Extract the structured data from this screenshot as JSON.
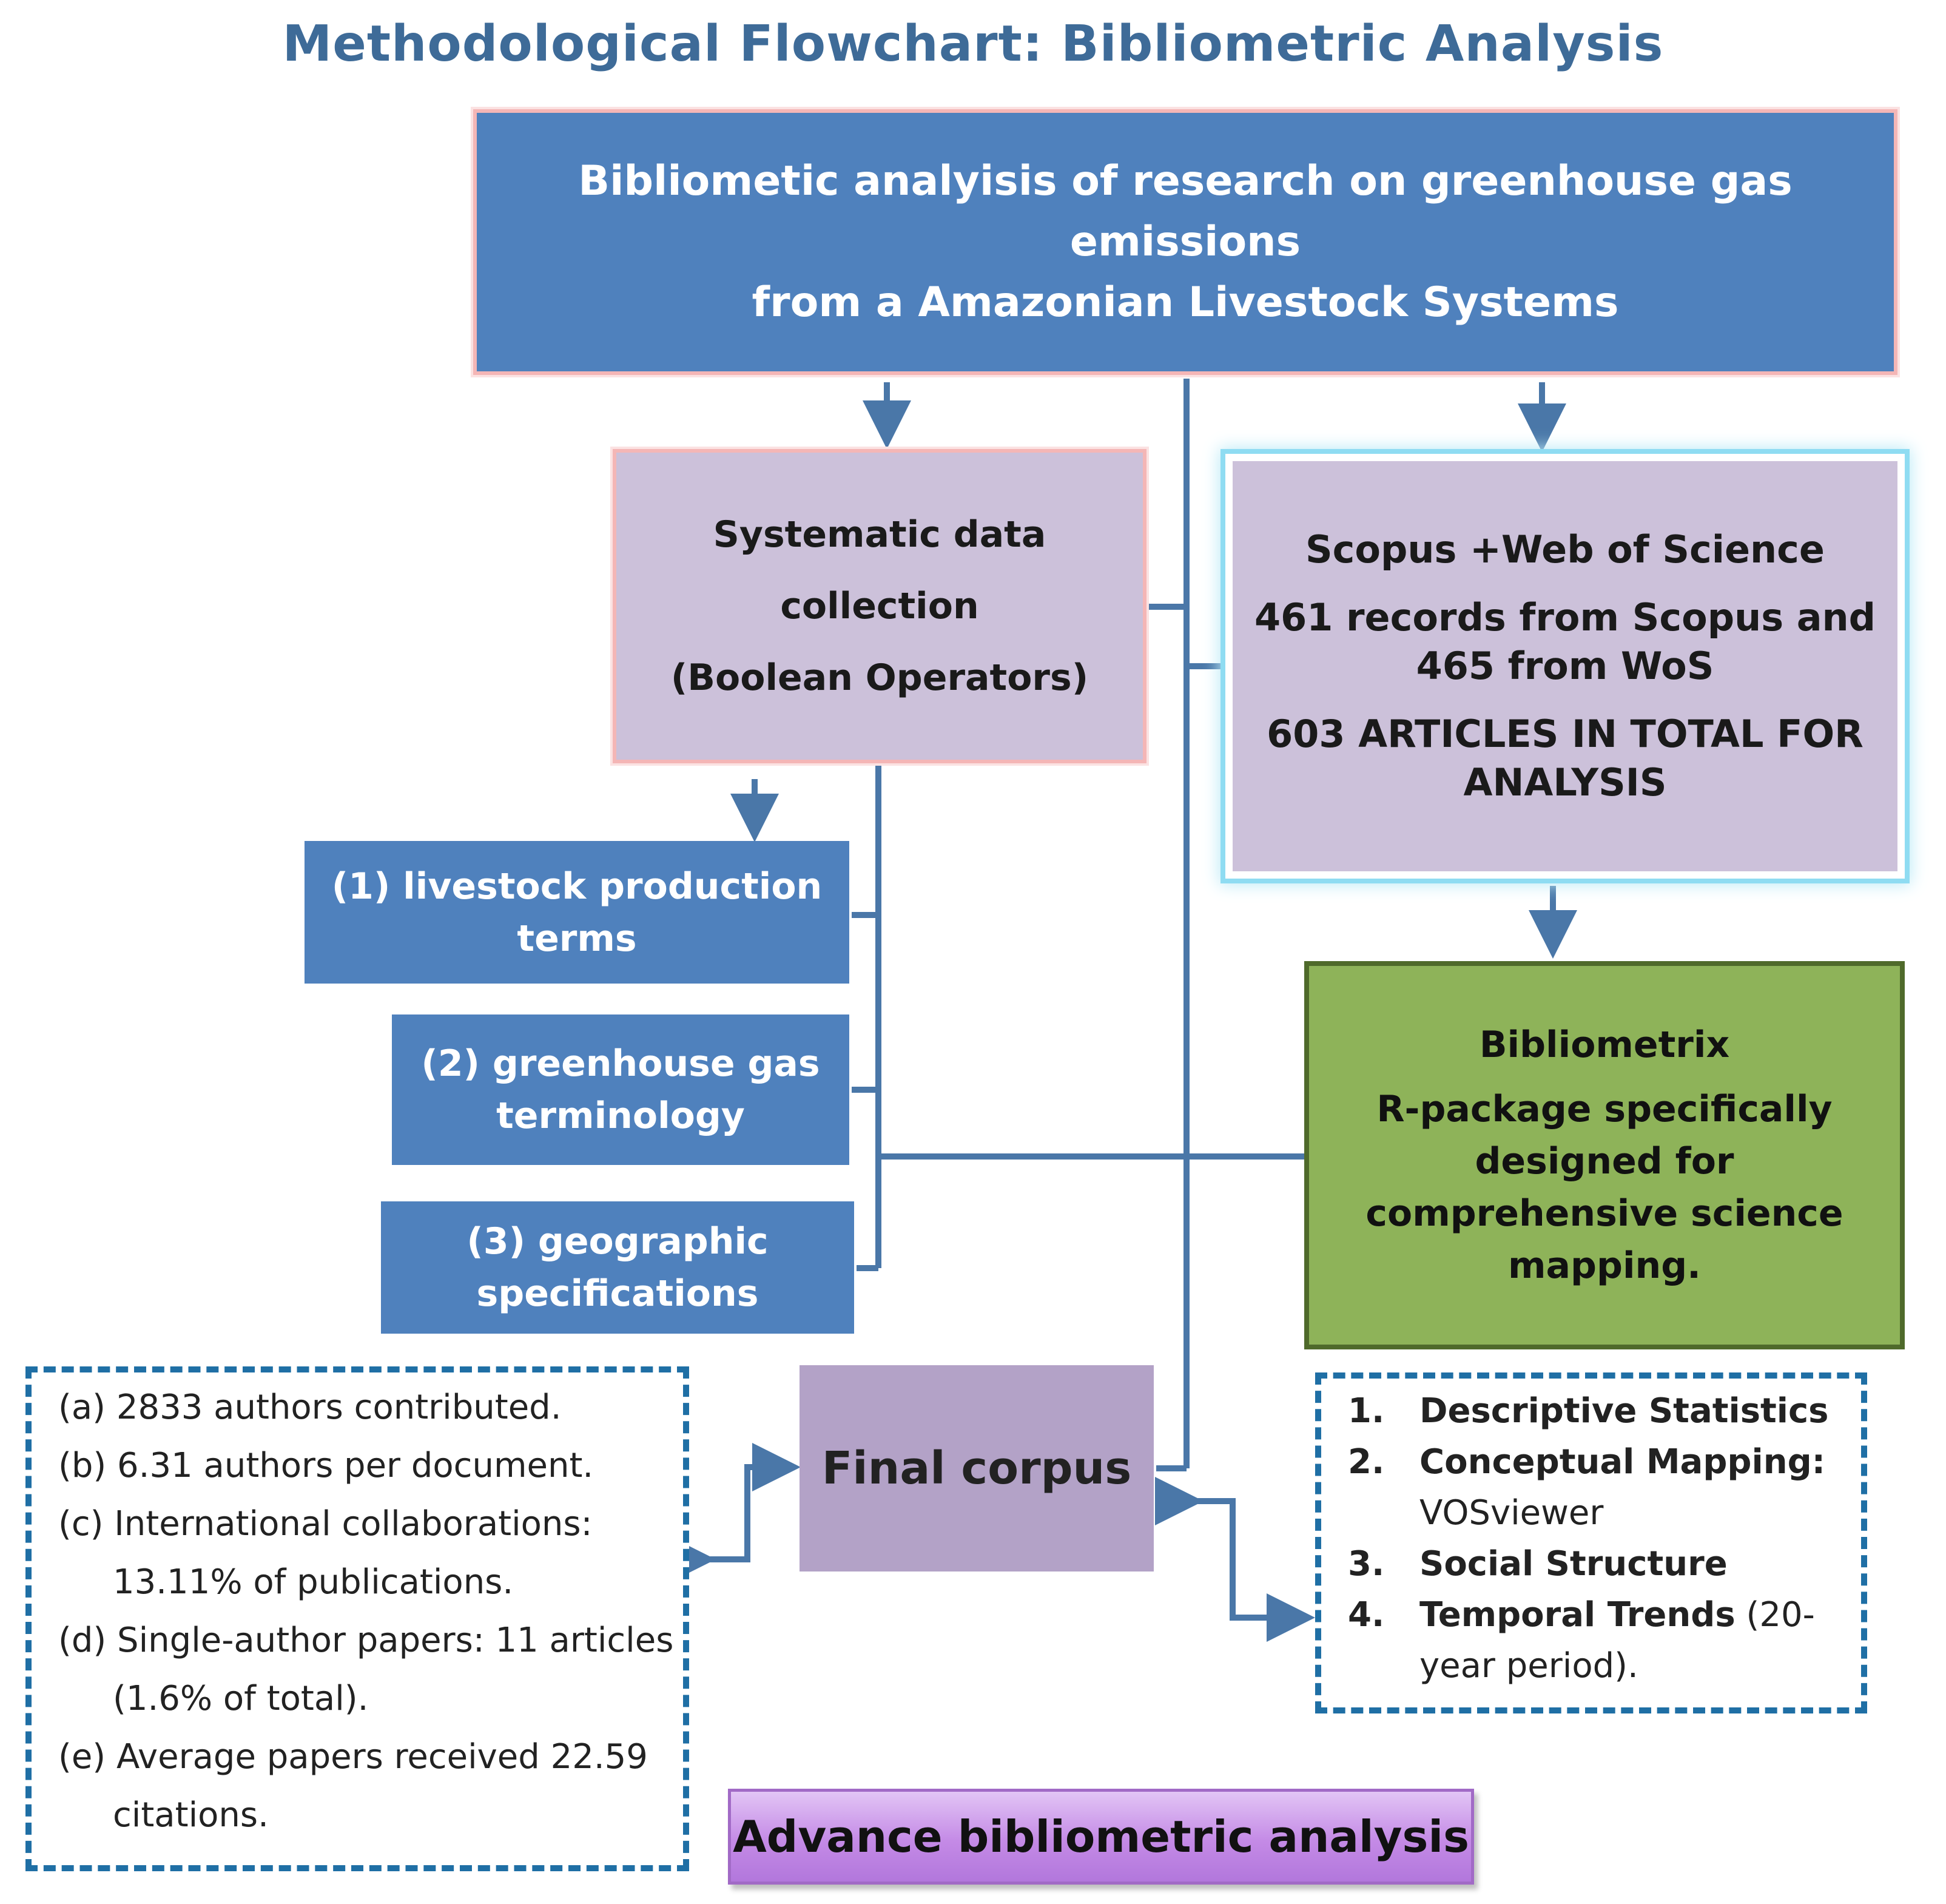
{
  "title": "Methodological Flowchart: Bibliometric Analysis",
  "main": {
    "line1": "Bibliometic analyisis of research on greenhouse gas emissions",
    "line2": "from a Amazonian Livestock Systems"
  },
  "collection": {
    "line1": "Systematic data collection",
    "line2": "(Boolean Operators)"
  },
  "scopus": {
    "line1": "Scopus +Web of Science",
    "line2": "461 records from Scopus and 465 from WoS",
    "line3": "603 ARTICLES IN TOTAL FOR ANALYSIS"
  },
  "terms": [
    "(1) livestock production terms",
    "(2) greenhouse gas terminology",
    "(3) geographic specifications"
  ],
  "bibliometrix": {
    "line1": "Bibliometrix",
    "line2": "R-package specifically designed for comprehensive science mapping."
  },
  "final_corpus": "Final corpus",
  "stats": [
    "(a) 2833 authors contributed.",
    "(b) 6.31 authors per document.",
    "(c) International collaborations: 13.11% of publications.",
    "(d) Single-author papers: 11 articles (1.6% of total).",
    "(e) Average papers received 22.59 citations."
  ],
  "methods": [
    {
      "num": "1.",
      "bold": "Descriptive Statistics",
      "rest": ""
    },
    {
      "num": "2.",
      "bold": "Conceptual Mapping:",
      "rest": " VOSviewer"
    },
    {
      "num": "3.",
      "bold": "Social Structure",
      "rest": ""
    },
    {
      "num": "4.",
      "bold": "Temporal Trends",
      "rest": " (20-year period)."
    }
  ],
  "advance": "Advance bibliometric analysis",
  "colors": {
    "blue": "#4f81bd",
    "lavender": "#ccc1da",
    "green": "#8eb359",
    "purple": "#b3a2c7",
    "connector": "#4a77a8",
    "dash": "#1f6fa5"
  }
}
